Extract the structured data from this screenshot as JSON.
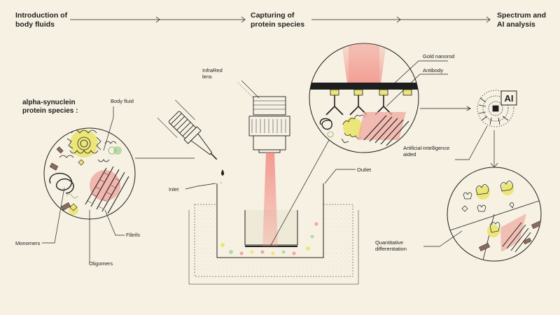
{
  "steps": [
    {
      "line1": "Introduction of",
      "line2": "body fluids"
    },
    {
      "line1": "Capturing of",
      "line2": "protein species"
    },
    {
      "line1": "Spectrum and",
      "line2": "AI analysis"
    }
  ],
  "species_title": {
    "line1": "alpha-synuclein",
    "line2": "protein species :"
  },
  "labels": {
    "body_fluid": "Body fluid",
    "monomers": "Monomers",
    "oligomers": "Oligomers",
    "fibrils": "Fibrils",
    "infrared_line1": "InfraRed",
    "infrared_line2": "lens",
    "inlet": "Inlet",
    "outlet": "Outlet",
    "gold_nanorod": "Gold nanorod",
    "antibody": "Antibody",
    "ai_badge": "AI",
    "ai_aided_line1": "Artificial-intelligence",
    "ai_aided_line2": "aided",
    "quant_line1": "Quantitative",
    "quant_line2": "differentiation"
  },
  "colors": {
    "background": "#f6f1e3",
    "ink": "#1e1e1e",
    "yellow": "#ece67a",
    "pink": "#f0a8a0",
    "green": "#b8d9a8",
    "beam": "#f28a80"
  }
}
